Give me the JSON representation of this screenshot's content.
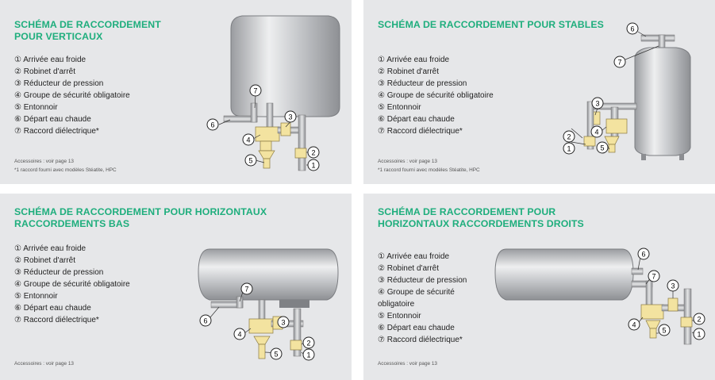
{
  "panels": [
    {
      "title": "SCHÉMA DE RACCORDEMENT\nPOUR VERTICAUX",
      "legend": [
        "① Arrivée eau froide",
        "② Robinet d'arrêt",
        "③ Réducteur de pression",
        "④ Groupe de sécurité obligatoire",
        "⑤ Entonnoir",
        "⑥ Départ eau chaude",
        "⑦ Raccord diélectrique*"
      ],
      "notes": [
        "Accessoires : voir page 13",
        "*1 raccord fourni avec modèles Stéatite, HPC"
      ]
    },
    {
      "title": "SCHÉMA DE RACCORDEMENT POUR STABLES",
      "legend": [
        "① Arrivée eau froide",
        "② Robinet d'arrêt",
        "③ Réducteur de pression",
        "④ Groupe de sécurité obligatoire",
        "⑤ Entonnoir",
        "⑥ Départ eau chaude",
        "⑦ Raccord diélectrique*"
      ],
      "notes": [
        "Accessoires : voir page 13",
        "*1 raccord fourni avec modèles Stéatite, HPC"
      ]
    },
    {
      "title": "SCHÉMA DE RACCORDEMENT POUR HORIZONTAUX\nRACCORDEMENTS BAS",
      "legend": [
        "① Arrivée eau froide",
        "② Robinet d'arrêt",
        "③ Réducteur de pression",
        "④ Groupe de sécurité obligatoire",
        "⑤ Entonnoir",
        "⑥ Départ eau chaude",
        "⑦ Raccord diélectrique*"
      ],
      "notes": [
        "Accessoires : voir page 13"
      ]
    },
    {
      "title": "SCHÉMA DE RACCORDEMENT POUR\nHORIZONTAUX RACCORDEMENTS DROITS",
      "legend": [
        "① Arrivée eau froide",
        "② Robinet d'arrêt",
        "③ Réducteur de pression",
        "④ Groupe de sécurité\nobligatoire",
        "⑤ Entonnoir",
        "⑥ Départ eau chaude",
        "⑦ Raccord diélectrique*"
      ],
      "notes": [
        "Accessoires : voir page 13"
      ]
    }
  ],
  "callouts": [
    "1",
    "2",
    "3",
    "4",
    "5",
    "6",
    "7"
  ],
  "colors": {
    "title_green": "#1fae7d",
    "panel_bg": "#e6e7e9",
    "component_yellow": "#f3e3a0"
  }
}
